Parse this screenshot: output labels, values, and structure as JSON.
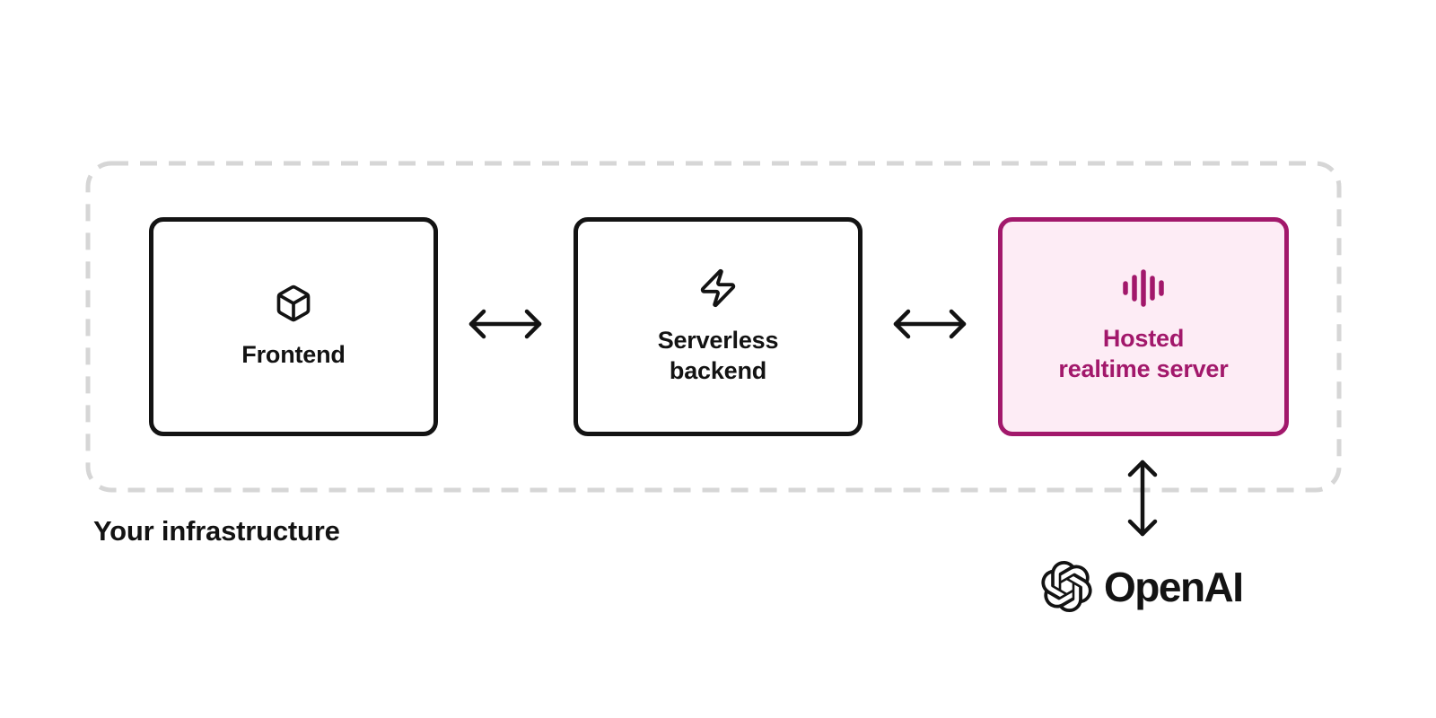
{
  "diagram": {
    "boundary_label": "Your infrastructure",
    "nodes": [
      {
        "id": "frontend",
        "icon": "cube-icon",
        "label": "Frontend"
      },
      {
        "id": "serverless-backend",
        "icon": "lightning-icon",
        "label_line1": "Serverless",
        "label_line2": "backend"
      },
      {
        "id": "hosted-realtime-server",
        "icon": "waveform-icon",
        "label_line1": "Hosted",
        "label_line2": "realtime server",
        "highlighted": true
      }
    ],
    "connections": [
      {
        "from": "frontend",
        "to": "serverless-backend",
        "direction": "bidirectional"
      },
      {
        "from": "serverless-backend",
        "to": "hosted-realtime-server",
        "direction": "bidirectional"
      },
      {
        "from": "hosted-realtime-server",
        "to": "openai",
        "direction": "bidirectional"
      }
    ],
    "external": {
      "id": "openai",
      "icon": "openai-logo",
      "label": "OpenAI"
    },
    "colors": {
      "accent": "#A2186B",
      "accent_fill": "#FDECF5",
      "node_border": "#131313",
      "boundary_dash": "#D6D6D6",
      "text": "#131313"
    }
  }
}
